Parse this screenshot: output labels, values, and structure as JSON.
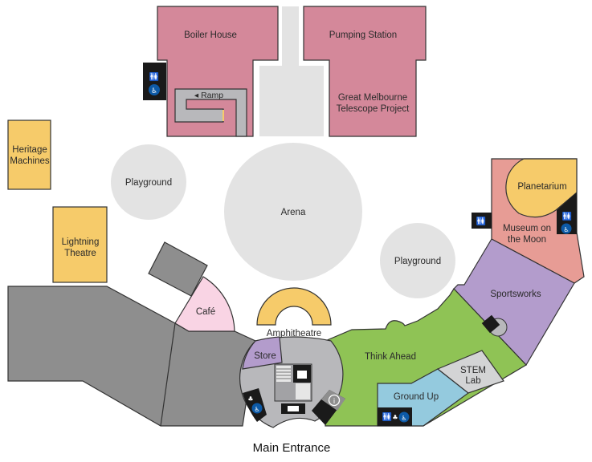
{
  "map": {
    "areas": {
      "boiler_house": "Boiler House",
      "pumping_station": "Pumping Station",
      "great_melbourne_telescope": [
        "Great Melbourne",
        "Telescope Project"
      ],
      "ramp": "◂ Ramp",
      "heritage_machines": [
        "Heritage",
        "Machines"
      ],
      "lightning_theatre": [
        "Lightning",
        "Theatre"
      ],
      "playground_west": "Playground",
      "arena": "Arena",
      "playground_east": "Playground",
      "planetarium": "Planetarium",
      "museum_on_the_moon": [
        "Museum on",
        "the Moon"
      ],
      "sportsworks": "Sportsworks",
      "cafe": "Café",
      "amphitheatre": "Amphitheatre",
      "store": "Store",
      "think_ahead": "Think Ahead",
      "stem_lab": [
        "STEM",
        "Lab"
      ],
      "ground_up": "Ground Up",
      "main_entrance": "Main Entrance"
    },
    "icons": [
      "toilets-icon",
      "baby-change-icon",
      "accessible-icon",
      "lift-icon",
      "stairs-icon",
      "ticket-icon",
      "information-icon"
    ],
    "colors": {
      "heritage_pink": "#d4889a",
      "yellow": "#f6cb6a",
      "light_gray": "#e3e3e3",
      "dark_gray": "#8e8e8e",
      "hub_gray": "#b8b8bb",
      "cafe_pink": "#f9d4e4",
      "purple": "#b39ccc",
      "green": "#8fc355",
      "blue": "#94cade",
      "moon_pink": "#e79c95",
      "accessible_blue": "#0d5aa7"
    }
  }
}
